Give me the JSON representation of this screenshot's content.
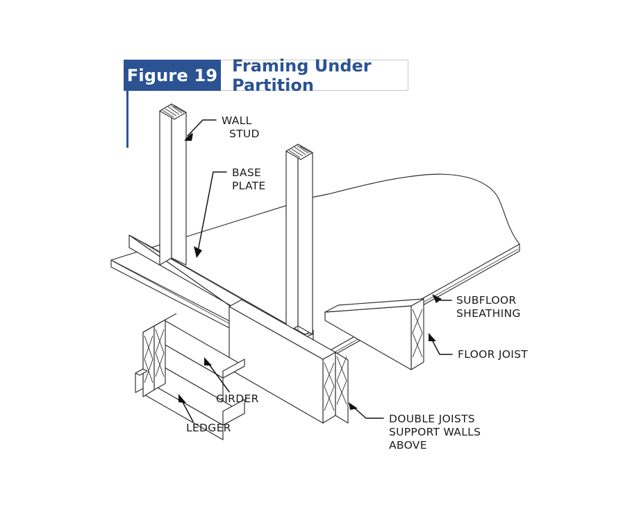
{
  "figure": {
    "tag_label": "Figure 19",
    "title": "Framing Under Partition",
    "accent_color": "#2b5394",
    "title_text_color": "#2b5394",
    "tag_text_color": "#ffffff"
  },
  "diagram": {
    "type": "isometric-construction-detail",
    "background": "#ffffff",
    "line_color": "#2a2a2a",
    "labels": [
      {
        "id": "wall-stud",
        "line1": "WALL",
        "line2": "STUD",
        "line3": ""
      },
      {
        "id": "base-plate",
        "line1": "BASE",
        "line2": "PLATE",
        "line3": ""
      },
      {
        "id": "subfloor",
        "line1": "SUBFLOOR",
        "line2": "SHEATHING",
        "line3": ""
      },
      {
        "id": "floor-joist",
        "line1": "FLOOR JOIST",
        "line2": "",
        "line3": ""
      },
      {
        "id": "girder",
        "line1": "GIRDER",
        "line2": "",
        "line3": ""
      },
      {
        "id": "ledger",
        "line1": "LEDGER",
        "line2": "",
        "line3": ""
      },
      {
        "id": "double-joists",
        "line1": "DOUBLE JOISTS",
        "line2": "SUPPORT WALLS",
        "line3": "ABOVE"
      }
    ],
    "components": [
      "wall stud (left)",
      "wall stud (right)",
      "base plate",
      "subfloor sheathing panel",
      "floor joist (right)",
      "double joists",
      "girder",
      "ledger"
    ]
  }
}
